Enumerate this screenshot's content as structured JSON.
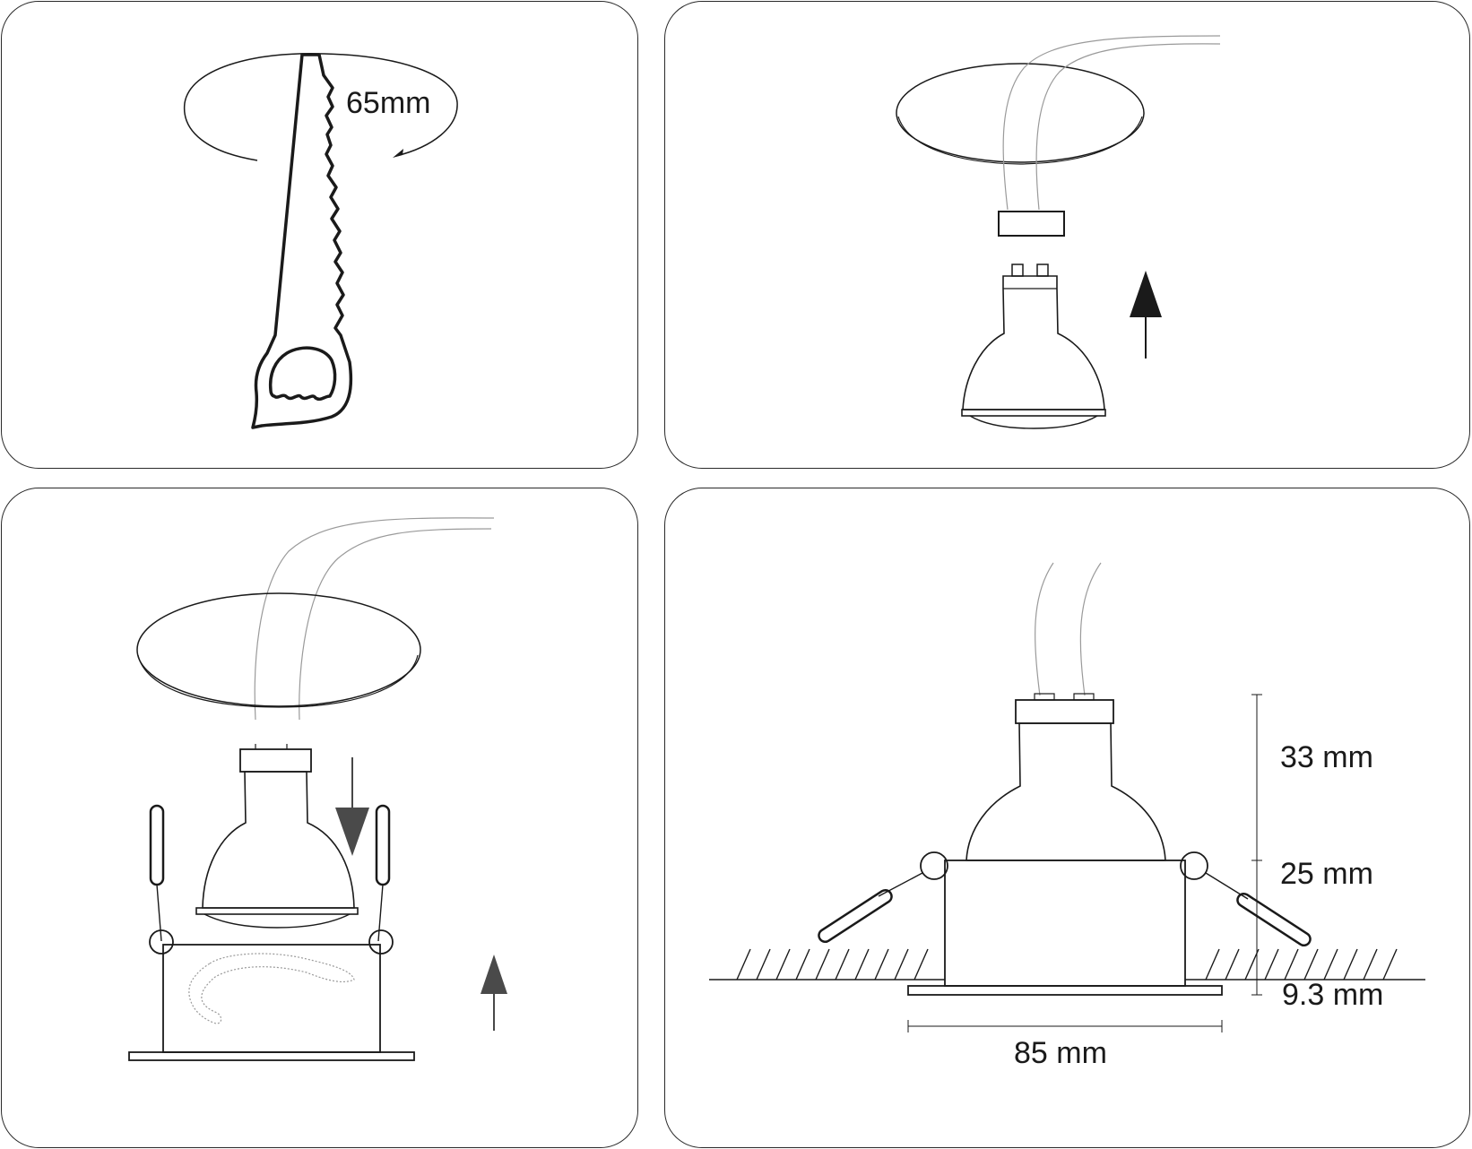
{
  "step1": {
    "hole_diameter": "65mm"
  },
  "step4": {
    "dim_top": "33 mm",
    "dim_middle": "25 mm",
    "dim_bottom": "9.3 mm",
    "dim_width": "85 mm"
  }
}
